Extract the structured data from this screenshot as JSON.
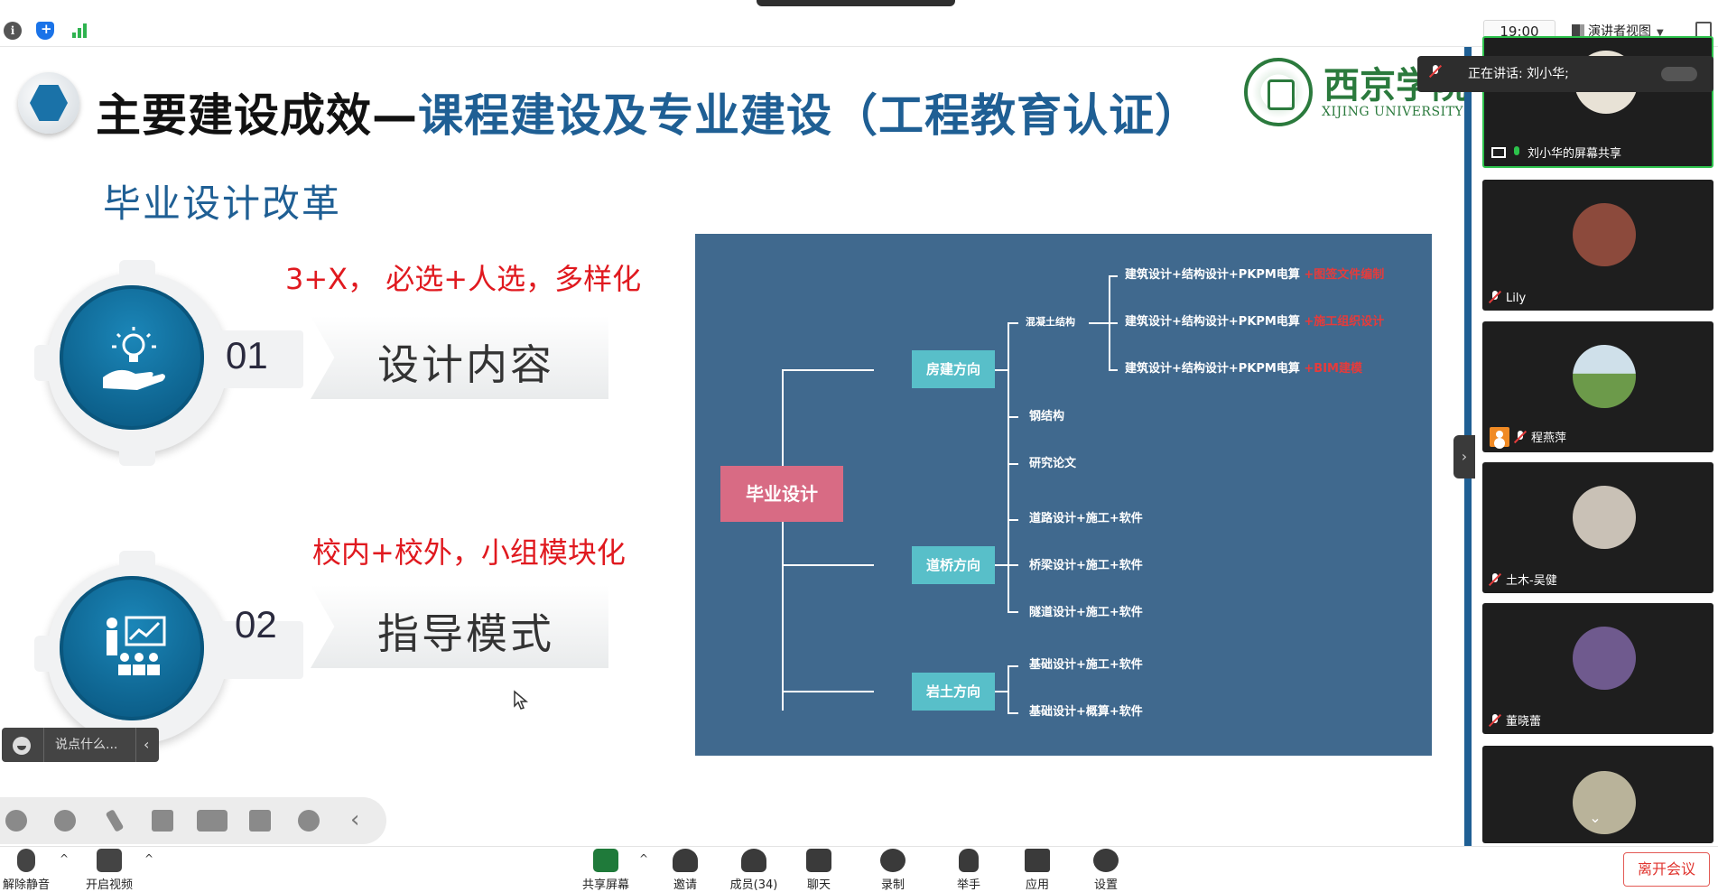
{
  "topbar": {
    "time": "19:00",
    "view_label": "演讲者视图"
  },
  "slide": {
    "title_plain": "主要建设成效—",
    "title_highlight": "课程建设及专业建设（工程教育认证）",
    "logo_cn": "西京学院",
    "logo_en": "XIJING UNIVERSITY",
    "subtitle": "毕业设计改革",
    "items": [
      {
        "num": "01",
        "label": "设计内容",
        "note": "3+X，  必选+人选，多样化",
        "icon": "lightbulb-hand-icon"
      },
      {
        "num": "02",
        "label": "指导模式",
        "note": "校内+校外，小组模块化",
        "icon": "teacher-presentation-icon"
      }
    ],
    "diagram": {
      "root": "毕业设计",
      "directions": [
        {
          "name": "房建方向",
          "children": [
            {
              "name": "混凝土结构",
              "children": [
                {
                  "text": "建筑设计+结构设计+PKPM电算",
                  "extra": "+图签文件编制"
                },
                {
                  "text": "建筑设计+结构设计+PKPM电算",
                  "extra": "+施工组织设计"
                },
                {
                  "text": "建筑设计+结构设计+PKPM电算",
                  "extra": "+BIM建模"
                }
              ]
            },
            {
              "name": "钢结构"
            },
            {
              "name": "研究论文"
            }
          ]
        },
        {
          "name": "道桥方向",
          "children": [
            {
              "name": "道路设计+施工+软件"
            },
            {
              "name": "桥梁设计+施工+软件"
            },
            {
              "name": "隧道设计+施工+软件"
            }
          ]
        },
        {
          "name": "岩土方向",
          "children": [
            {
              "name": "基础设计+施工+软件"
            },
            {
              "name": "基础设计+概算+软件"
            }
          ]
        }
      ]
    },
    "chat_placeholder": "说点什么..."
  },
  "speaking": {
    "text": "正在讲话: 刘小华;"
  },
  "participants": [
    {
      "name": "刘小华的屏幕共享",
      "avatar_color": "#e8e2d6",
      "state": "sharing"
    },
    {
      "name": "Lily",
      "avatar_color": "#8c4a3c",
      "state": "muted"
    },
    {
      "name": "程燕萍",
      "avatar_color": "#6c9a4a",
      "state": "muted"
    },
    {
      "name": "土木-吴健",
      "avatar_color": "#c9c1b6",
      "state": "muted"
    },
    {
      "name": "董晓蕾",
      "avatar_color": "#6f5a8e",
      "state": "muted"
    },
    {
      "name": "",
      "avatar_color": "#b9b39a",
      "state": "video"
    }
  ],
  "meetbar": {
    "unmute": "解除静音",
    "start_video": "开启视频",
    "share_screen": "共享屏幕",
    "invite": "邀请",
    "members": "成员(34)",
    "chat": "聊天",
    "record": "录制",
    "raise_hand": "举手",
    "apps": "应用",
    "settings": "设置",
    "leave": "离开会议"
  }
}
